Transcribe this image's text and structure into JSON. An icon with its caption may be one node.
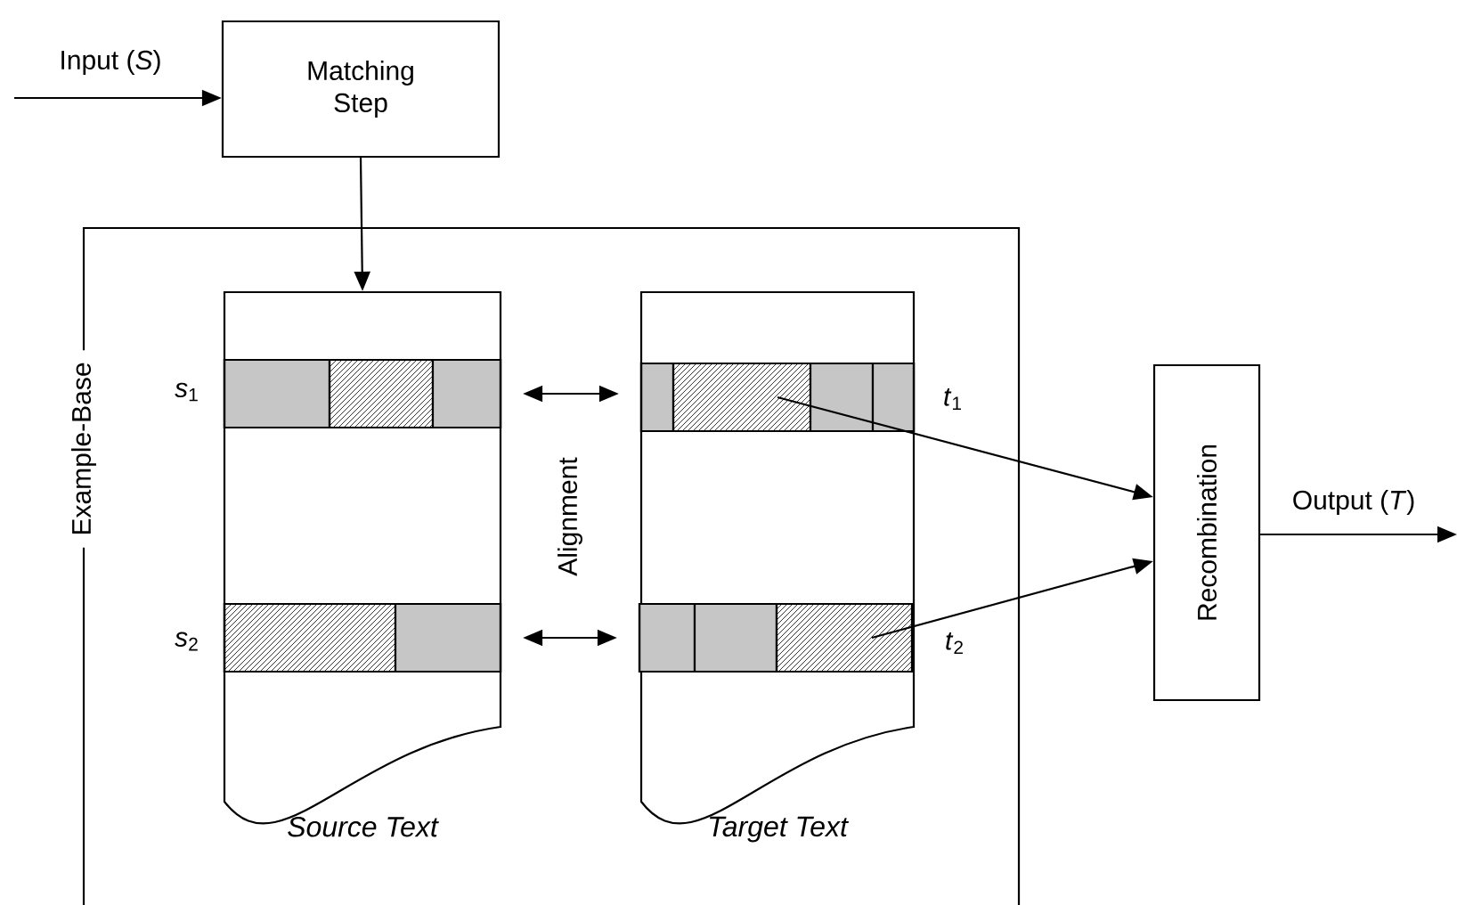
{
  "diagram": {
    "nodes": [
      {
        "text": [
          "Matching Step"
        ]
      },
      {
        "text": [
          "Example-Base"
        ]
      },
      {
        "text": [
          "Source Text"
        ],
        "in": 1
      },
      {
        "text": [
          "Target Text"
        ],
        "in": 1
      },
      {
        "text": [],
        "shape": "bar",
        "in": 2,
        "beside": [
          "*s*$_{1}$"
        ]
      },
      {
        "text": [],
        "shape": "bar",
        "in": 2,
        "beside": [
          "*s*$_{2}$"
        ]
      },
      {
        "text": [],
        "shape": "bar",
        "in": 3,
        "beside": [
          "*t*$_{1}$"
        ]
      },
      {
        "text": [],
        "shape": "bar",
        "in": 3,
        "beside": [
          "*t*$_{2}$"
        ]
      },
      {
        "text": [
          "Recombination"
        ]
      }
    ],
    "edges": [
      {
        "from": null,
        "to": 0,
        "arrow": "to",
        "label": "Input (*S*)"
      },
      {
        "from": 0,
        "to": 2,
        "arrow": "to"
      },
      {
        "from": 4,
        "to": 6,
        "arrow": "both"
      },
      {
        "from": 5,
        "to": 7,
        "arrow": "both"
      },
      {
        "from": 6,
        "to": 8,
        "arrow": "to"
      },
      {
        "from": 7,
        "to": 8,
        "arrow": "to"
      },
      {
        "from": 8,
        "to": null,
        "arrow": "to",
        "label": "Output (*T*)"
      }
    ],
    "labels": [
      "Alignment"
    ]
  }
}
